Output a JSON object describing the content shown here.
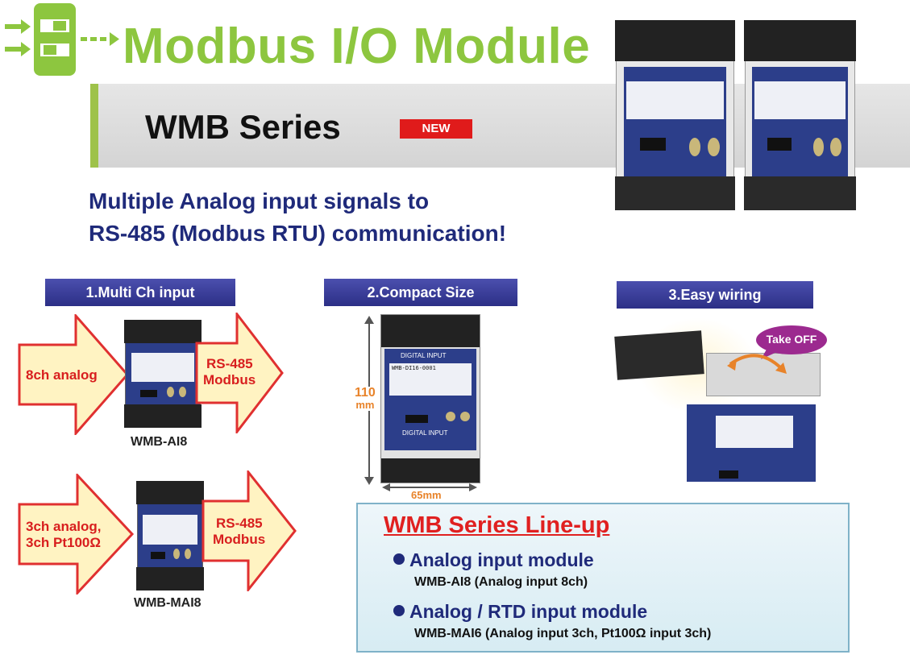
{
  "header": {
    "title": "Modbus I/O Module",
    "series": "WMB Series",
    "badge": "NEW",
    "tagline_line1": "Multiple Analog input signals to",
    "tagline_line2": "RS-485 (Modbus RTU) communication!",
    "logo_icon": "io-module-arrows-icon",
    "title_color": "#8dc63f",
    "tagline_color": "#1f2a7a",
    "badge_color": "#e01b1b"
  },
  "features": [
    {
      "heading": "1.Multi Ch input"
    },
    {
      "heading": "2.Compact Size"
    },
    {
      "heading": "3.Easy wiring"
    }
  ],
  "multi_ch": [
    {
      "input_label": "8ch analog",
      "output_label_1": "RS-485",
      "output_label_2": "Modbus",
      "model": "WMB-AI8"
    },
    {
      "input_label_1": "3ch analog,",
      "input_label_2": "3ch Pt100Ω",
      "output_label_1": "RS-485",
      "output_label_2": "Modbus",
      "model": "WMB-MAI8"
    }
  ],
  "compact": {
    "height_value": "110",
    "height_unit": "mm",
    "width_label": "65mm",
    "panel_model": "WMB-DI16-0001",
    "panel_title": "DIGITAL INPUT",
    "panel_bottom": "DIGITAL INPUT"
  },
  "wiring": {
    "callout": "Take OFF"
  },
  "lineup": {
    "title": "WMB Series Line-up",
    "items": [
      {
        "name": "Analog input module",
        "model": "WMB-AI8 (Analog input 8ch)"
      },
      {
        "name": "Analog / RTD input module",
        "model": "WMB-MAI6 (Analog input 3ch, Pt100Ω input 3ch)"
      }
    ]
  }
}
